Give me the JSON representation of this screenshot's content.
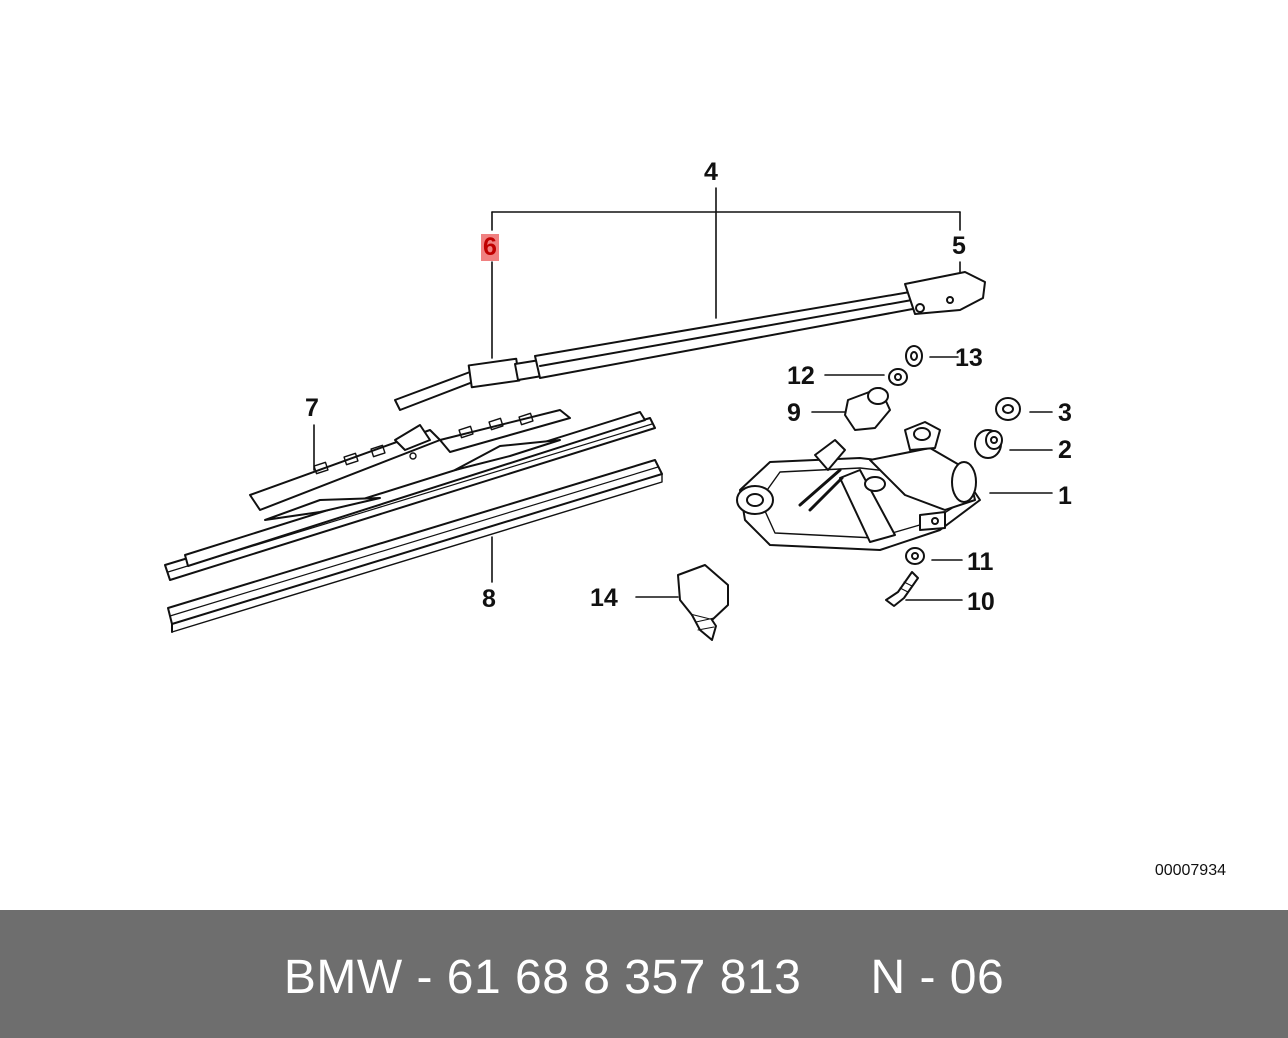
{
  "diagram": {
    "drawing_number": "00007934",
    "callouts": [
      {
        "id": "1",
        "label": "1",
        "highlighted": false
      },
      {
        "id": "2",
        "label": "2",
        "highlighted": false
      },
      {
        "id": "3",
        "label": "3",
        "highlighted": false
      },
      {
        "id": "4",
        "label": "4",
        "highlighted": false
      },
      {
        "id": "5",
        "label": "5",
        "highlighted": false
      },
      {
        "id": "6",
        "label": "6",
        "highlighted": true
      },
      {
        "id": "7",
        "label": "7",
        "highlighted": false
      },
      {
        "id": "8",
        "label": "8",
        "highlighted": false
      },
      {
        "id": "9",
        "label": "9",
        "highlighted": false
      },
      {
        "id": "10",
        "label": "10",
        "highlighted": false
      },
      {
        "id": "11",
        "label": "11",
        "highlighted": false
      },
      {
        "id": "12",
        "label": "12",
        "highlighted": false
      },
      {
        "id": "13",
        "label": "13",
        "highlighted": false
      },
      {
        "id": "14",
        "label": "14",
        "highlighted": false
      }
    ],
    "highlight_color": "#f08080"
  },
  "footer": {
    "text": "BMW - 61 68 8 357 813     N - 06",
    "background_color": "#6e6e6e"
  }
}
